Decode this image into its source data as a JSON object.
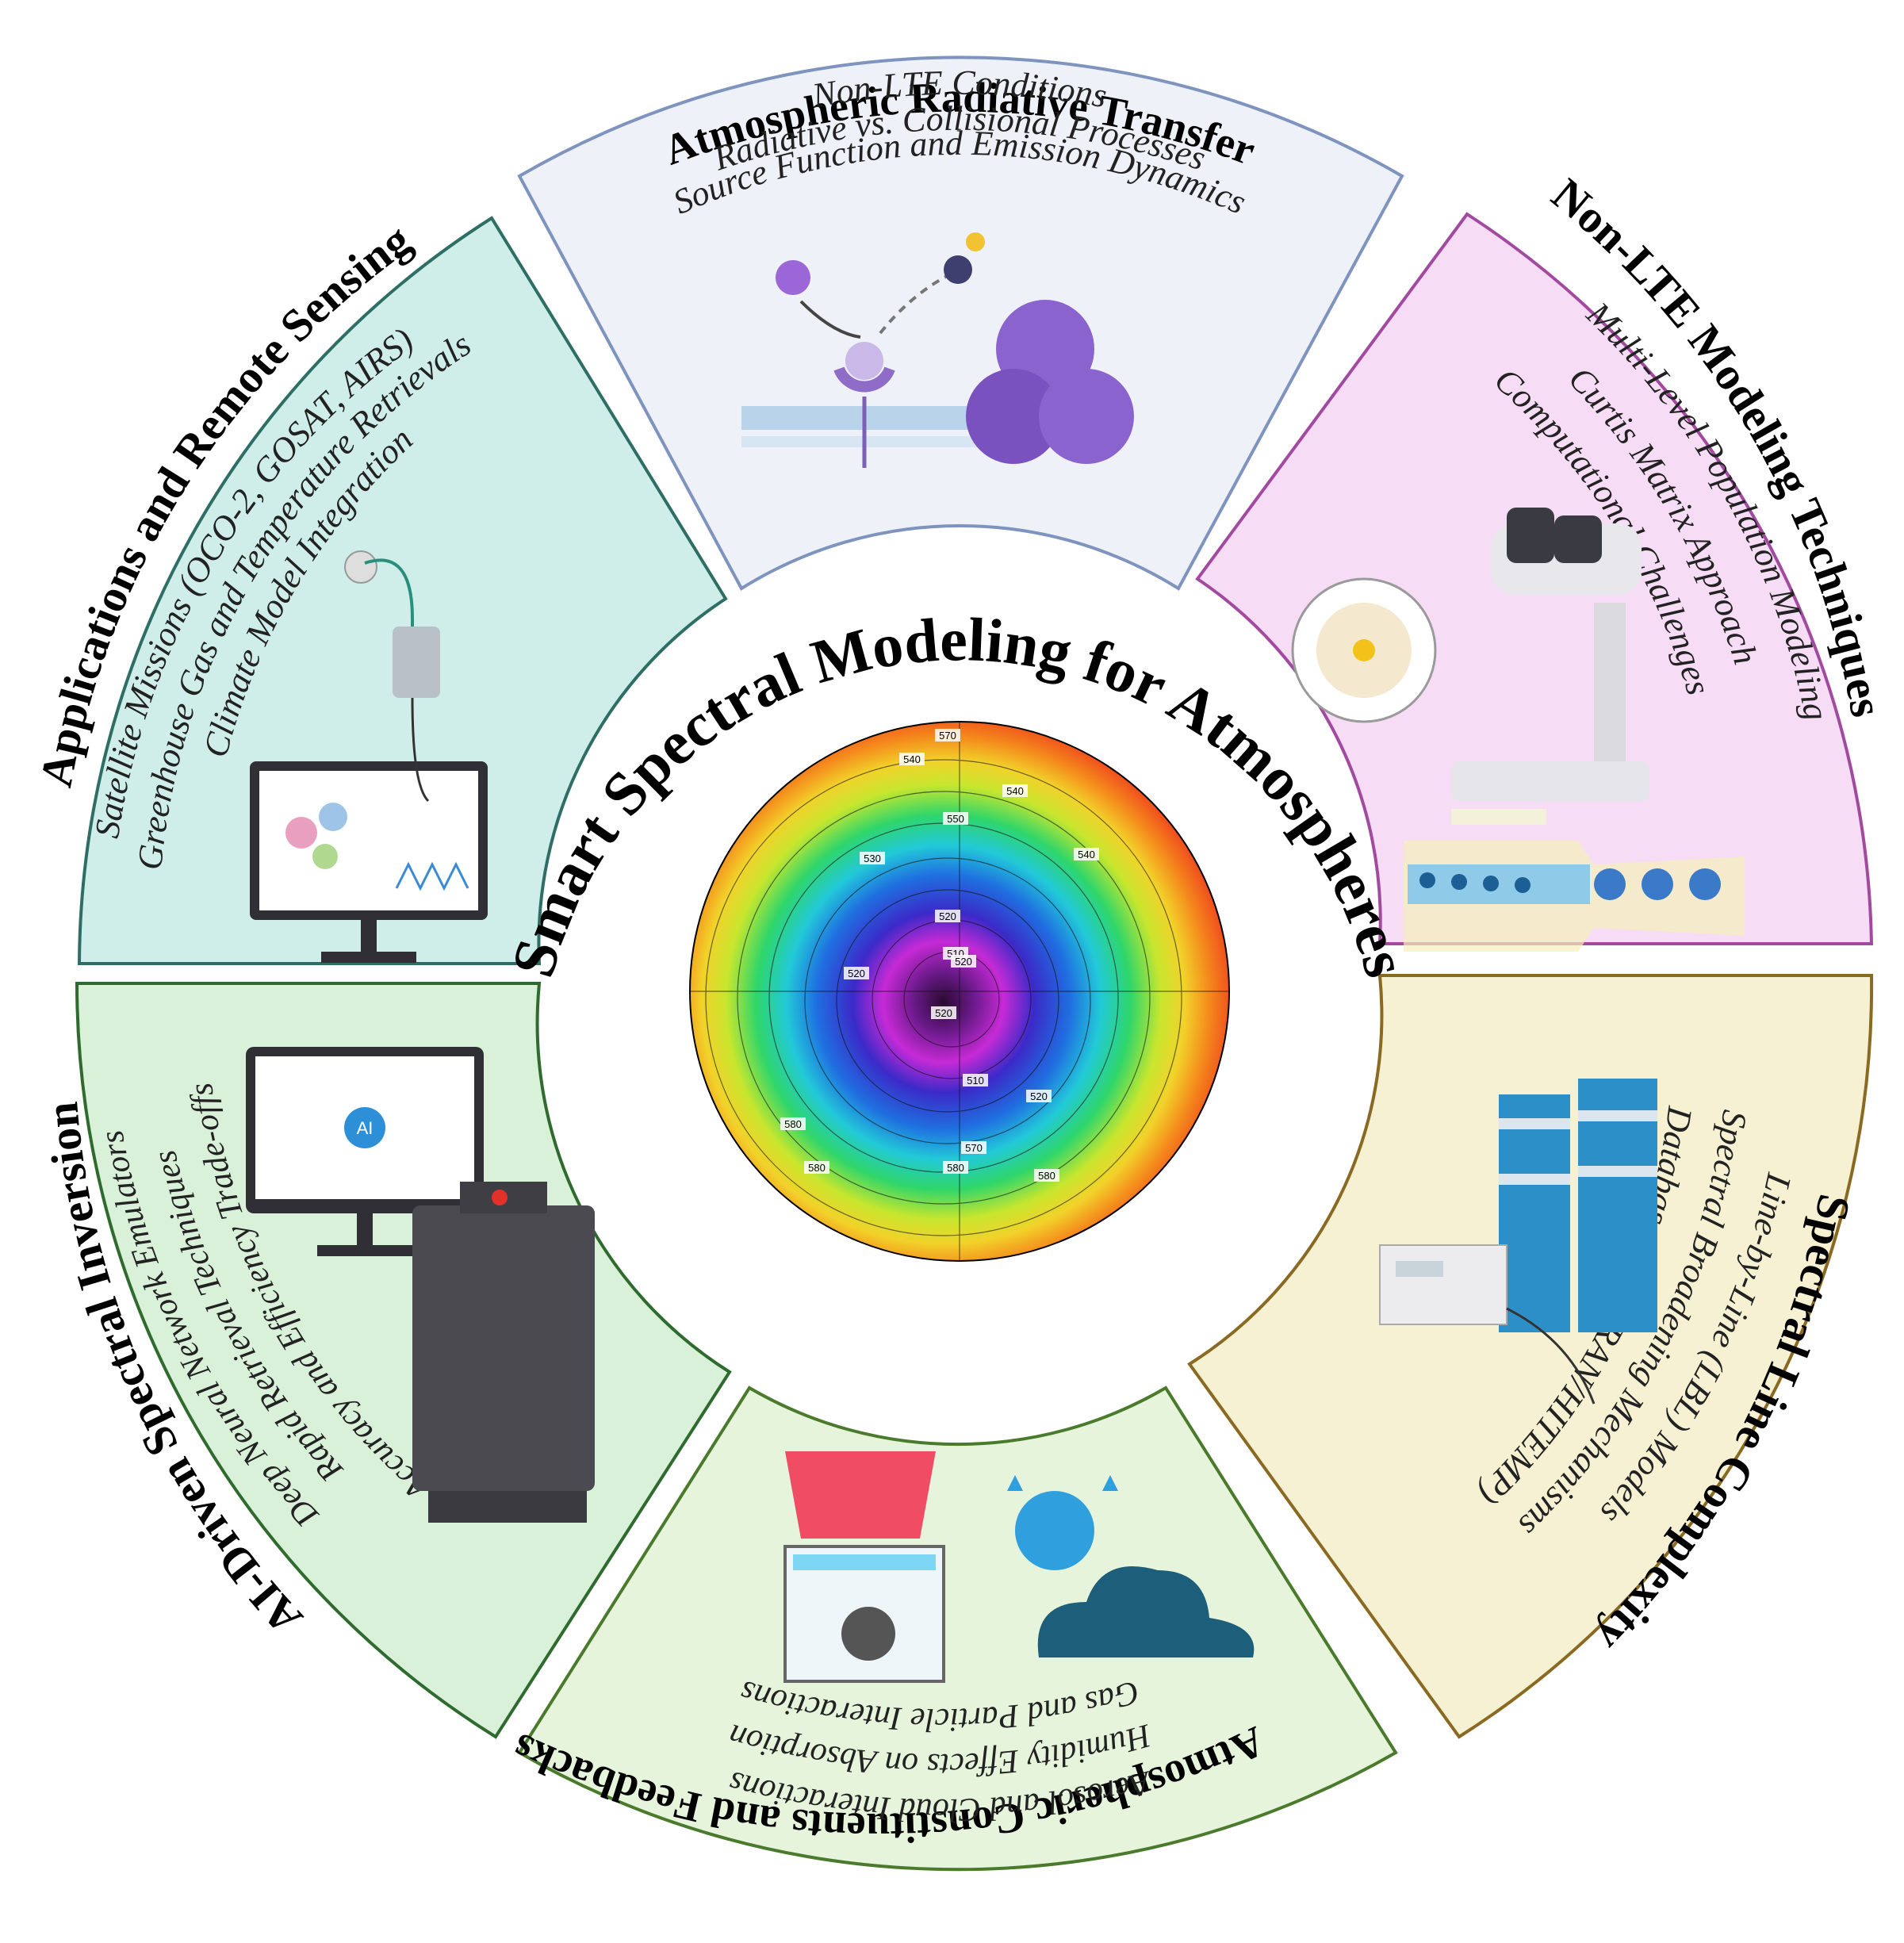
{
  "center_title": "Smart Spectral Modeling for Atmospheres",
  "colors": {
    "radiative": {
      "fill": "#eef1f7",
      "stroke": "#7f93bf"
    },
    "nonlte": {
      "fill": "#f7dcf5",
      "stroke": "#a24aa0"
    },
    "lines": {
      "fill": "#f6f1d2",
      "stroke": "#8a6a22"
    },
    "constituents": {
      "fill": "#e6f4dc",
      "stroke": "#4a7a2c"
    },
    "ai": {
      "fill": "#d9f0d9",
      "stroke": "#2f6b2f"
    },
    "apps": {
      "fill": "#cfeeea",
      "stroke": "#2e6e64"
    }
  },
  "segments": {
    "radiative": {
      "title": "Atmospheric Radiative Transfer",
      "items": [
        "Non-LTE Conditions",
        "Radiative vs. Collisional Processes",
        "Source Function and Emission Dynamics"
      ]
    },
    "nonlte": {
      "title": "Non-LTE Modeling Techniques",
      "items": [
        "Multi-Level Population Modeling",
        "Curtis Matrix Approach",
        "Computational Challenges"
      ]
    },
    "lines": {
      "title": "Spectral Line Complexity",
      "items": [
        "Line-by-Line (LBL) Models",
        "Spectral Broadening Mechanisms",
        "Databases (HITRAN/HITEMP)"
      ]
    },
    "constituents": {
      "title": "Atmospheric Constituents and Feedbacks",
      "items": [
        "Aerosol and Cloud Interactions",
        "Humidity Effects on Absorption",
        "Gas and Particle Interactions"
      ]
    },
    "ai": {
      "title": "AI-Driven Spectral Inversion",
      "items": [
        "Deep Neural Network Emulators",
        "Rapid Retrieval Techniques",
        "Accuracy and Efficiency Trade-offs"
      ]
    },
    "apps": {
      "title": "Applications and Remote Sensing",
      "items": [
        "Satellite Missions (OCO-2, GOSAT, AIRS)",
        "Greenhouse Gas and Temperature Retrievals",
        "Climate Model Integration"
      ]
    }
  },
  "map": {
    "contour_labels": [
      "570",
      "540",
      "550",
      "540",
      "530",
      "540",
      "520",
      "510",
      "520",
      "520",
      "580",
      "580",
      "520",
      "510",
      "520",
      "570",
      "580",
      "580"
    ],
    "ai_badge": "AI"
  }
}
